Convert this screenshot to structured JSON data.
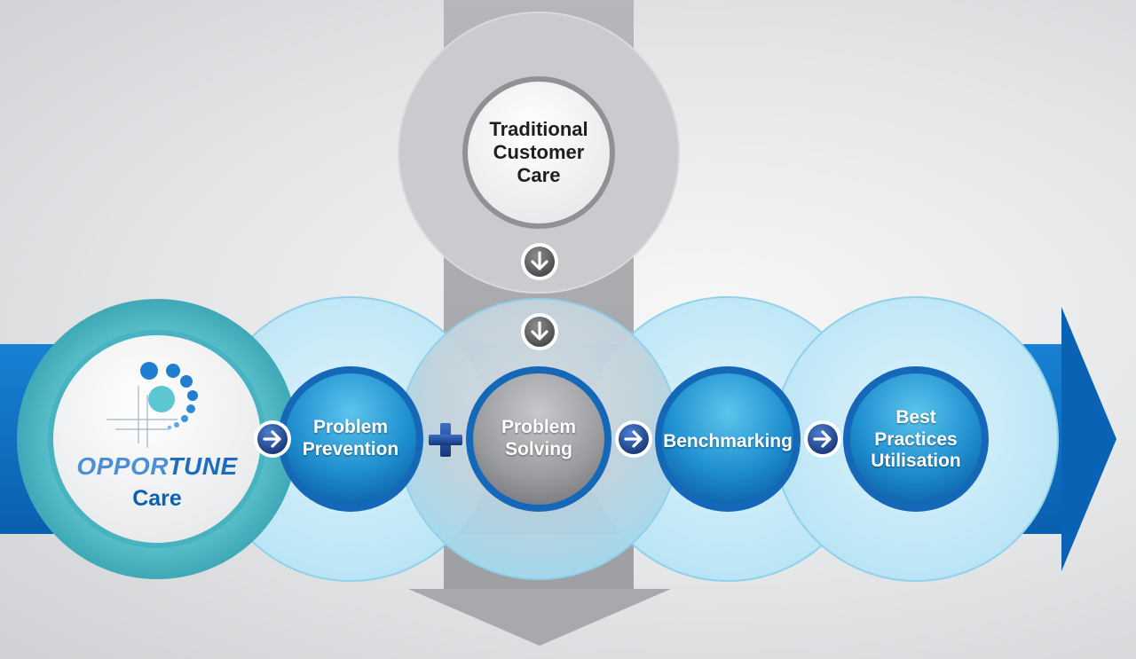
{
  "brand": {
    "name_part1": "OPPOR",
    "name_part2": "TUNE",
    "name_line2": "Care",
    "logo": "opportune-dots-logo"
  },
  "traditional": {
    "label": "Traditional\nCustomer\nCare"
  },
  "steps": [
    {
      "id": "problem-prevention",
      "label": "Problem\nPrevention"
    },
    {
      "id": "problem-solving",
      "label": "Problem\nSolving"
    },
    {
      "id": "benchmarking",
      "label": "Benchmarking"
    },
    {
      "id": "best-practices-utilisation",
      "label": "Best\nPractices\nUtilisation"
    }
  ],
  "connectors": {
    "arrow_icon": "arrow-right-icon",
    "down_icon": "arrow-down-icon",
    "plus_icon": "plus-icon"
  },
  "colors": {
    "brand_blue": "#0a6cbf",
    "brand_teal": "#5cc0cc",
    "light_cyan": "#bfe6f5",
    "gray": "#a9abae",
    "dark_text": "#1e1e1e"
  }
}
